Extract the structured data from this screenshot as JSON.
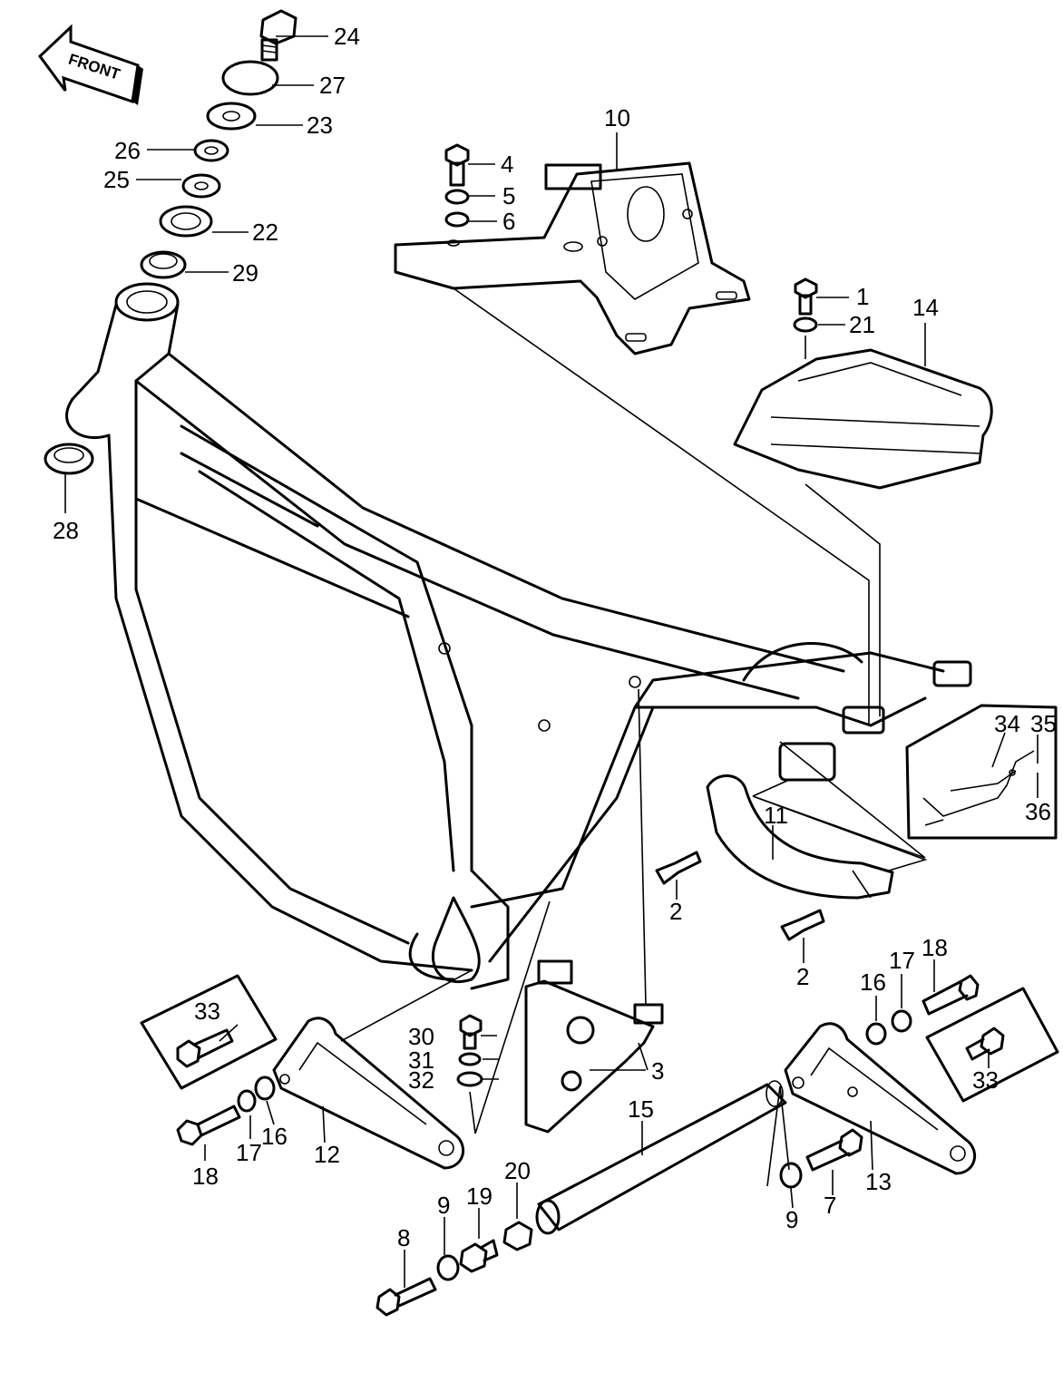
{
  "front_label": "FRONT",
  "callouts": [
    {
      "id": "c1",
      "label": "1"
    },
    {
      "id": "c2a",
      "label": "2"
    },
    {
      "id": "c2b",
      "label": "2"
    },
    {
      "id": "c3",
      "label": "3"
    },
    {
      "id": "c4",
      "label": "4"
    },
    {
      "id": "c5",
      "label": "5"
    },
    {
      "id": "c6",
      "label": "6"
    },
    {
      "id": "c7",
      "label": "7"
    },
    {
      "id": "c8",
      "label": "8"
    },
    {
      "id": "c9a",
      "label": "9"
    },
    {
      "id": "c9b",
      "label": "9"
    },
    {
      "id": "c10",
      "label": "10"
    },
    {
      "id": "c11",
      "label": "11"
    },
    {
      "id": "c12",
      "label": "12"
    },
    {
      "id": "c13",
      "label": "13"
    },
    {
      "id": "c14",
      "label": "14"
    },
    {
      "id": "c15",
      "label": "15"
    },
    {
      "id": "c16a",
      "label": "16"
    },
    {
      "id": "c16b",
      "label": "16"
    },
    {
      "id": "c17a",
      "label": "17"
    },
    {
      "id": "c17b",
      "label": "17"
    },
    {
      "id": "c18a",
      "label": "18"
    },
    {
      "id": "c18b",
      "label": "18"
    },
    {
      "id": "c19",
      "label": "19"
    },
    {
      "id": "c20",
      "label": "20"
    },
    {
      "id": "c21",
      "label": "21"
    },
    {
      "id": "c22",
      "label": "22"
    },
    {
      "id": "c23",
      "label": "23"
    },
    {
      "id": "c24",
      "label": "24"
    },
    {
      "id": "c25",
      "label": "25"
    },
    {
      "id": "c26",
      "label": "26"
    },
    {
      "id": "c27",
      "label": "27"
    },
    {
      "id": "c28",
      "label": "28"
    },
    {
      "id": "c29",
      "label": "29"
    },
    {
      "id": "c30",
      "label": "30"
    },
    {
      "id": "c31",
      "label": "31"
    },
    {
      "id": "c32",
      "label": "32"
    },
    {
      "id": "c33a",
      "label": "33"
    },
    {
      "id": "c33b",
      "label": "33"
    },
    {
      "id": "c34",
      "label": "34"
    },
    {
      "id": "c35",
      "label": "35"
    },
    {
      "id": "c36",
      "label": "36"
    }
  ]
}
